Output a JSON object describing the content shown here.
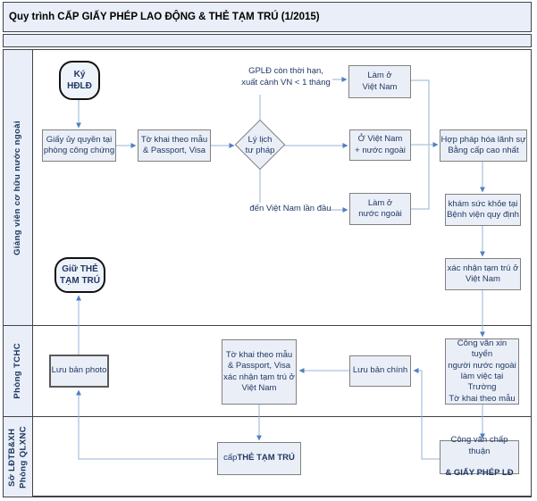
{
  "title": "Quy trình CẤP GIẤY PHÉP LAO ĐỘNG & THẺ TẠM TRÚ (1/2015)",
  "lanes": {
    "lane1": "Giảng viên cơ hữu nước ngoài",
    "lane2": "Phòng TCHC",
    "lane3": "Sở LĐTB&XH\nPhòng QLXNC"
  },
  "nodes": {
    "start": "Ký\nHĐLĐ",
    "giay_uy_quyen": "Giấy ủy quyền tại\nphòng công chứng",
    "to_khai_1": "Tờ khai theo mẫu\n& Passport, Visa",
    "decision": "Lý lịch\ntư pháp",
    "lam_o_vn": "Làm ở\nViệt Nam",
    "o_vn_nuoc_ngoai": "Ở Việt Nam\n+ nước ngoài",
    "lam_o_nn": "Làm ở\nnước ngoài",
    "hop_phap_hoa": "Hợp pháp hóa lãnh sự\nBằng cấp cao nhất",
    "kham_suc_khoe": "khám sức khỏe tại\nBệnh viện quy định",
    "xac_nhan_tam_tru": "xác nhận tạm trú ở\nViệt Nam",
    "end_card": "Giữ THẺ\nTẠM TRÚ",
    "luu_ban_photo": "Lưu bản photo",
    "to_khai_2": "Tờ khai theo mẫu\n& Passport, Visa\nxác nhận tạm trú ở\nViệt Nam",
    "luu_ban_chinh": "Lưu bản chính",
    "cong_van_xin": "Công văn xin tuyển\nngười nước ngoài\nlàm việc tại Trường\nTờ khai theo mẫu",
    "cap_the_prefix": "cấp ",
    "cap_the_bold": "THẺ TẠM TRÚ",
    "cong_van_chap_thuan_line1": "Công văn chấp thuận",
    "cong_van_chap_thuan_line2": "& GIẤY PHÉP LĐ"
  },
  "edge_labels": {
    "gpld": "GPLĐ còn thời hạn,\nxuất cảnh VN < 1 tháng",
    "den_vn": "đến Việt Nam lần đầu"
  },
  "colors": {
    "band_fill": "#e9eef8",
    "box_fill": "#eaeff7",
    "box_border": "#808080",
    "frame_border": "#3f434b",
    "text": "#203864",
    "connector_line": "#95b3d7",
    "arrow_head": "#4f81bd"
  }
}
